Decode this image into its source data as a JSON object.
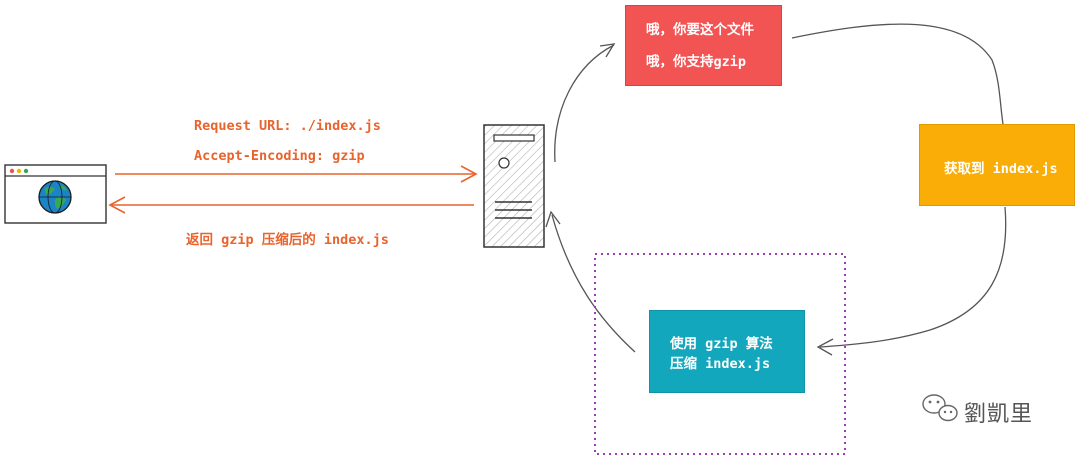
{
  "request": {
    "url_label": "Request URL: ./index.js",
    "encoding_label": "Accept-Encoding: gzip"
  },
  "response": {
    "label": "返回 gzip 压缩后的 index.js"
  },
  "steps": {
    "check": {
      "line1": "哦，你要这个文件",
      "line2": "哦，你支持gzip"
    },
    "fetch": {
      "label": "获取到 index.js"
    },
    "compress": {
      "line1": "使用 gzip 算法",
      "line2": "压缩 index.js"
    }
  },
  "watermark": {
    "text": "劉凱里",
    "icon": "wechat-icon"
  },
  "colors": {
    "annotation": "#e8642c",
    "red_box": "#f25353",
    "orange_box": "#f9ad06",
    "teal_box": "#13a7bd",
    "dotted_frame": "#9a3fb0",
    "globe": "#1b84c6",
    "continents": "#35a853"
  }
}
